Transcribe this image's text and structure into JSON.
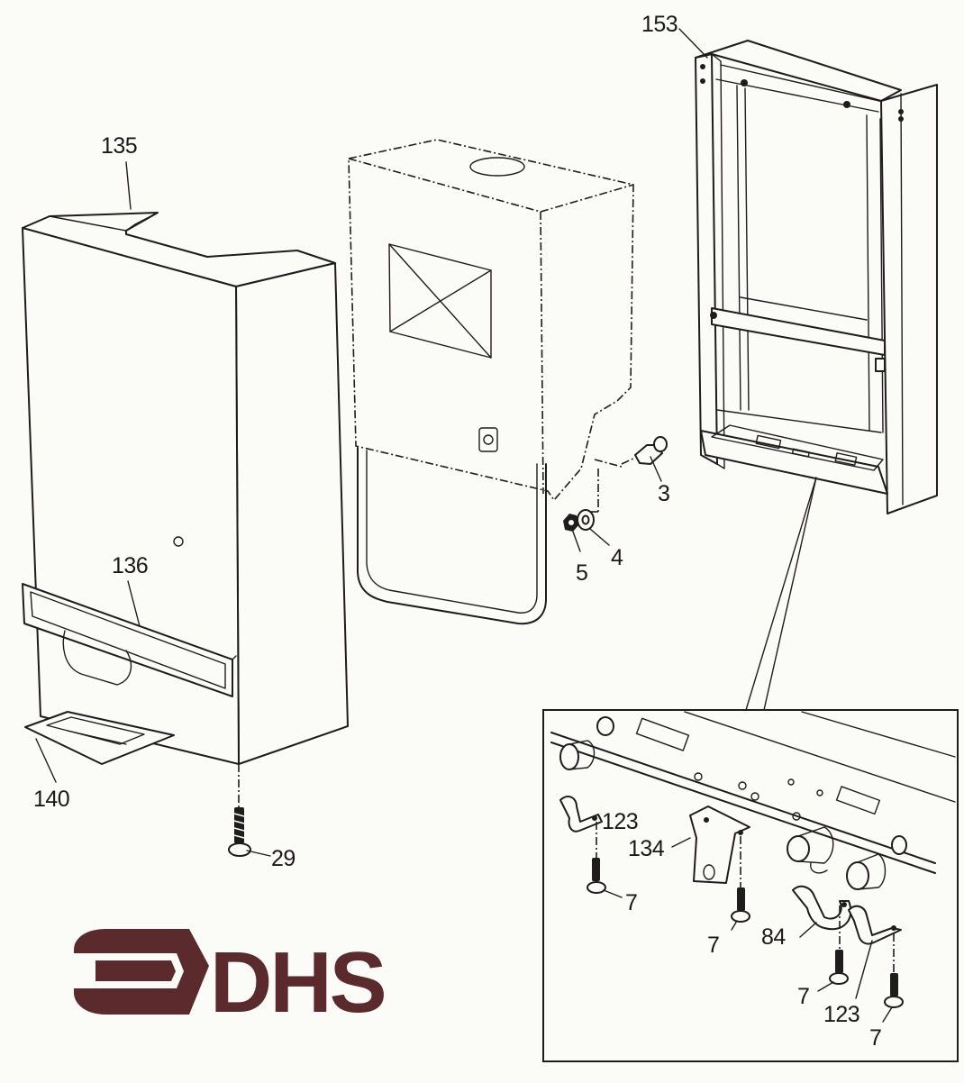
{
  "brand": {
    "logo_text": "DHS",
    "color": "#5a2a2c"
  },
  "ink_color": "#1f1c1c",
  "paper_color": "#fbfbf8",
  "callouts": {
    "p153": "153",
    "p135": "135",
    "p136": "136",
    "p140": "140",
    "p29": "29",
    "p3": "3",
    "p4": "4",
    "p5": "5",
    "p123_a": "123",
    "p134": "134",
    "p7_a": "7",
    "p7_b": "7",
    "p84": "84",
    "p7_c": "7",
    "p123_b": "123",
    "p7_d": "7"
  }
}
